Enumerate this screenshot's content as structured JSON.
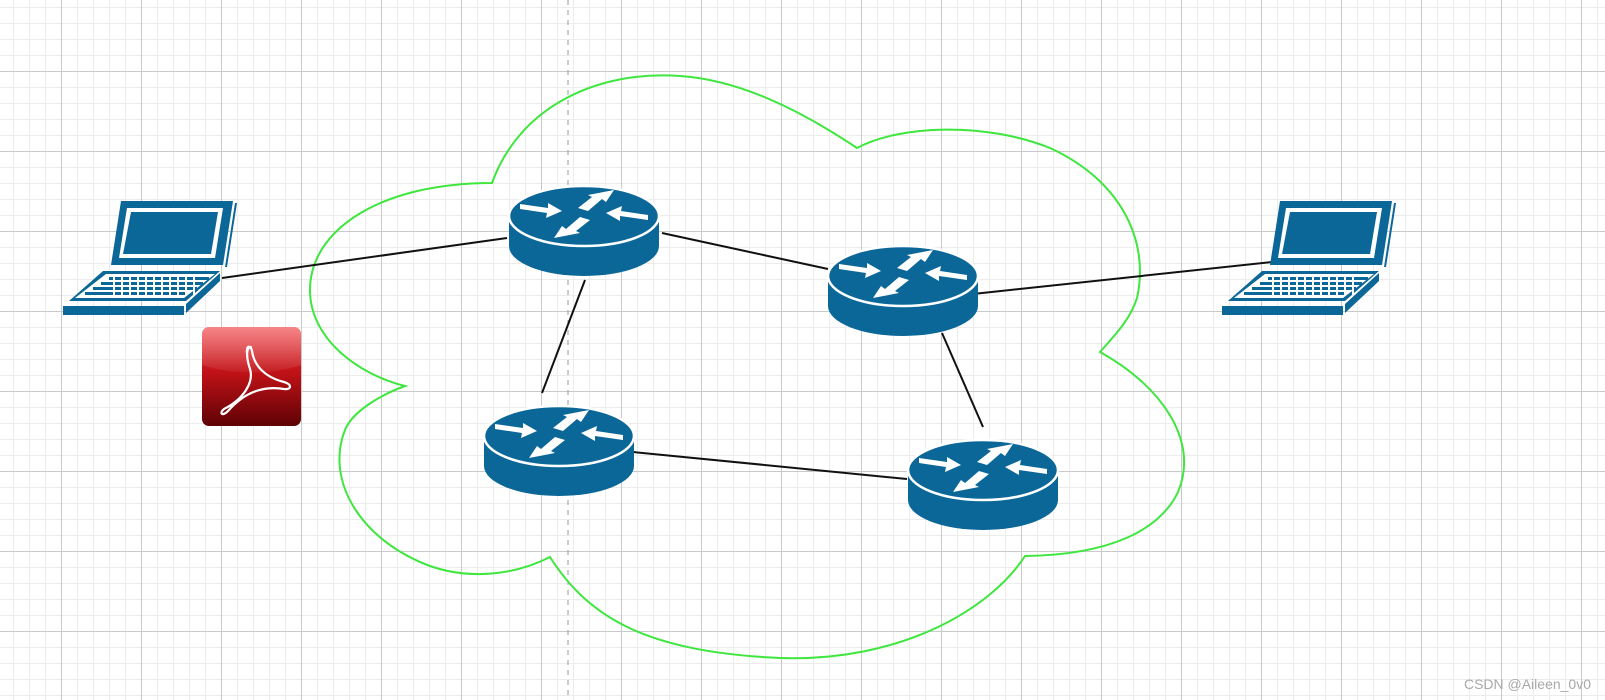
{
  "watermark": "CSDN @Aileen_0v0",
  "colors": {
    "device_blue": "#0b6798",
    "cloud_outline": "#3ee63e",
    "link_line": "#111111",
    "pdf_red_top": "#ea3b40",
    "pdf_red_bottom": "#6a0306",
    "page_guide": "#9a9a9a"
  },
  "nodes": [
    {
      "id": "laptop-left",
      "kind": "laptop",
      "icon": "laptop-icon"
    },
    {
      "id": "laptop-right",
      "kind": "laptop",
      "icon": "laptop-icon"
    },
    {
      "id": "router-top-left",
      "kind": "router",
      "icon": "router-icon"
    },
    {
      "id": "router-top-right",
      "kind": "router",
      "icon": "router-icon"
    },
    {
      "id": "router-bottom-left",
      "kind": "router",
      "icon": "router-icon"
    },
    {
      "id": "router-bottom-right",
      "kind": "router",
      "icon": "router-icon"
    },
    {
      "id": "pdf-file",
      "kind": "document",
      "icon": "pdf-icon"
    }
  ],
  "links": [
    [
      "laptop-left",
      "router-top-left"
    ],
    [
      "router-top-left",
      "router-top-right"
    ],
    [
      "router-top-left",
      "router-bottom-left"
    ],
    [
      "router-top-right",
      "laptop-right"
    ],
    [
      "router-top-right",
      "router-bottom-right"
    ],
    [
      "router-bottom-left",
      "router-bottom-right"
    ]
  ],
  "network_region": {
    "shape": "cloud",
    "icon": "cloud-outline"
  }
}
